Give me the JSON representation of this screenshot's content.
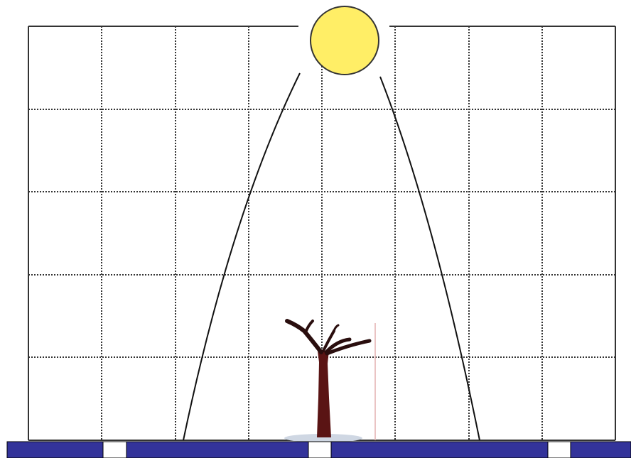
{
  "colors": {
    "background": "#ffffff",
    "grid_line": "#333333",
    "sun_fill": "#ffee66",
    "sun_stroke": "#333333",
    "beam_line": "#111111",
    "tree_trunk": "#5a1414",
    "tree_branch": "#2a0e0e",
    "marker_line": "#e3b0b0",
    "ground_shadow": "#cfd7e3",
    "bottom_bar_fill": "#33339a",
    "bottom_bar_gap": "#ffffff",
    "bottom_bar_border": "#000000"
  },
  "diagram": {
    "grid": {
      "columns": 8,
      "rows": 5,
      "line_style": "dotted"
    },
    "sun": {
      "icon": "sun-icon",
      "shape": "circle"
    },
    "beams": {
      "count": 2,
      "description_icon": "light-beam"
    },
    "tree": {
      "icon": "tree-icon"
    },
    "bottom_bar": {
      "segment_count": 4,
      "gap_count": 3
    }
  }
}
